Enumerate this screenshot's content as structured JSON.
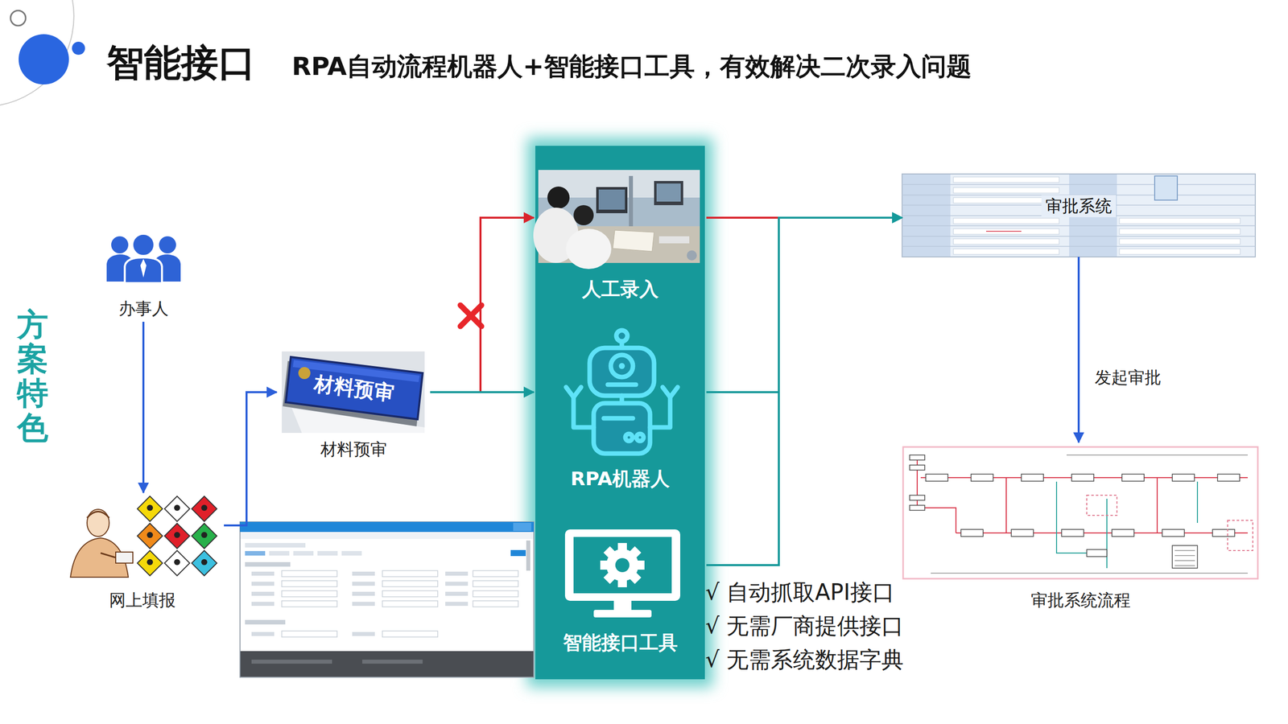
{
  "diagram": {
    "title": "智能接口",
    "nodes": [
      {
        "text": [
          "办事人"
        ]
      },
      {
        "text": [
          "网上填报"
        ]
      },
      {
        "text": [
          "材料预审"
        ]
      },
      {
        "text": [
          "人工录入"
        ]
      },
      {
        "text": [
          "RPA机器人"
        ]
      },
      {
        "text": [
          "智能接口工具"
        ]
      },
      {
        "text": [
          "审批系统"
        ]
      },
      {
        "text": [
          "审批系统流程"
        ]
      }
    ],
    "edges": [
      {
        "from": 0,
        "to": 1,
        "arrow": "to"
      },
      {
        "from": 1,
        "to": 2,
        "arrow": "to"
      },
      {
        "from": 2,
        "to": 3,
        "arrow": "to"
      },
      {
        "from": 2,
        "to": 4,
        "arrow": "to"
      },
      {
        "from": 3,
        "to": 6,
        "arrow": "to"
      },
      {
        "from": 4,
        "to": 6,
        "arrow": "to"
      },
      {
        "from": 5,
        "to": 6,
        "arrow": "to"
      },
      {
        "from": 6,
        "to": 7,
        "label": "发起审批",
        "arrow": "to"
      }
    ],
    "labels": [
      "RPA自动流程机器人+智能接口工具，有效解决二次录入问题",
      "方案特色",
      "√ 自动抓取API接口",
      "√ 无需厂商提供接口",
      "√ 无需系统数据字典",
      "材料预审"
    ]
  }
}
